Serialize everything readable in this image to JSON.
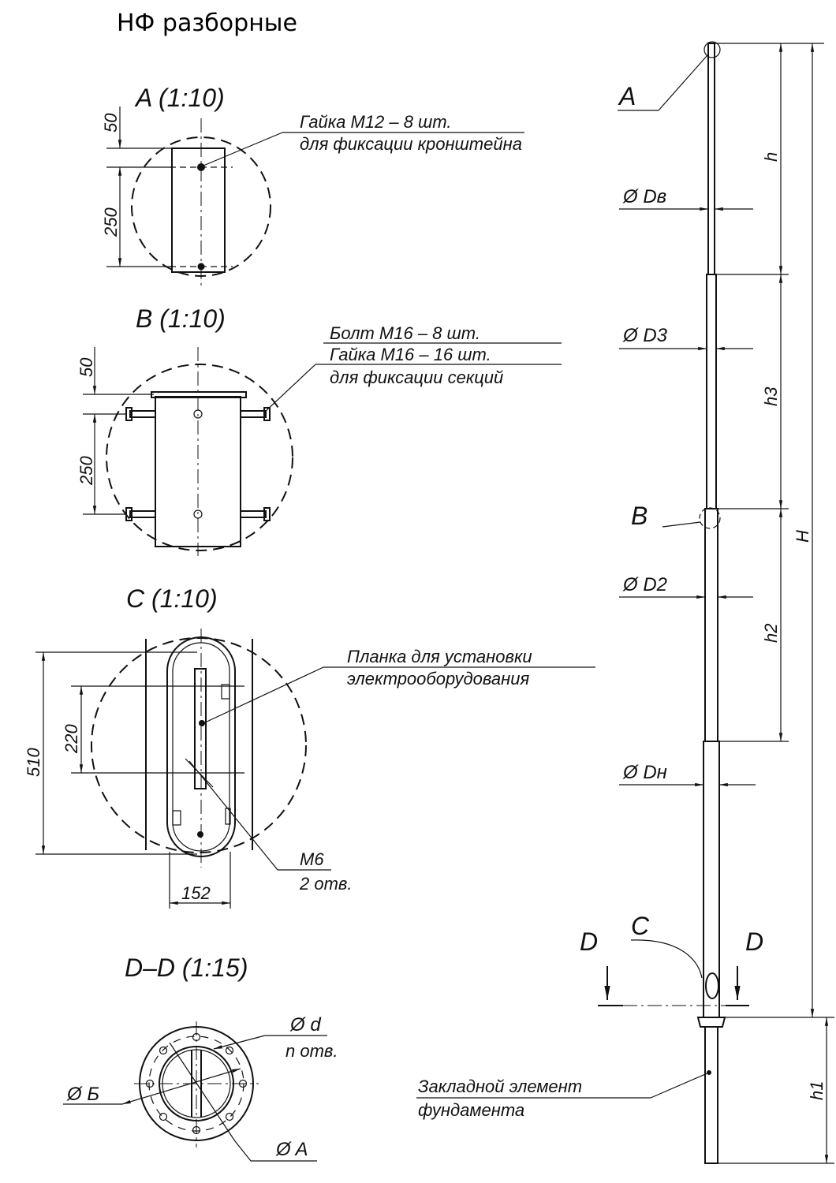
{
  "title": "НФ разборные",
  "view_a": {
    "title": "A (1:10)",
    "dim_top": "50",
    "dim_main": "250",
    "note_line1": "Гайка М12 – 8 шт.",
    "note_line2": "для фиксации кронштейна"
  },
  "view_b": {
    "title": "B (1:10)",
    "dim_top": "50",
    "dim_main": "250",
    "note_line1": "Болт М16 – 8 шт.",
    "note_line2": "Гайка М16 – 16 шт.",
    "note_line3": "для фиксации секций"
  },
  "view_c": {
    "title": "C (1:10)",
    "dim_height": "510",
    "dim_inner": "220",
    "dim_width": "152",
    "note_line1": "Планка для установки",
    "note_line2": "электрооборудования",
    "hole_label": "M6",
    "hole_count": "2 отв."
  },
  "view_dd": {
    "title": "D–D (1:15)",
    "bolt_hole": "Ø d",
    "hole_count": "n отв.",
    "inner_dia": "Ø Б",
    "outer_dia": "Ø A"
  },
  "pole": {
    "callout_a": "A",
    "callout_b": "B",
    "callout_c": "C",
    "section_left": "D",
    "section_right": "D",
    "dia_top": "Ø Dв",
    "dia_3": "Ø D3",
    "dia_2": "Ø D2",
    "dia_bottom": "Ø Dн",
    "h": "h",
    "h3": "h3",
    "h2": "h2",
    "h1": "h1",
    "H": "H",
    "embed_line1": "Закладной элемент",
    "embed_line2": "фундамента"
  }
}
